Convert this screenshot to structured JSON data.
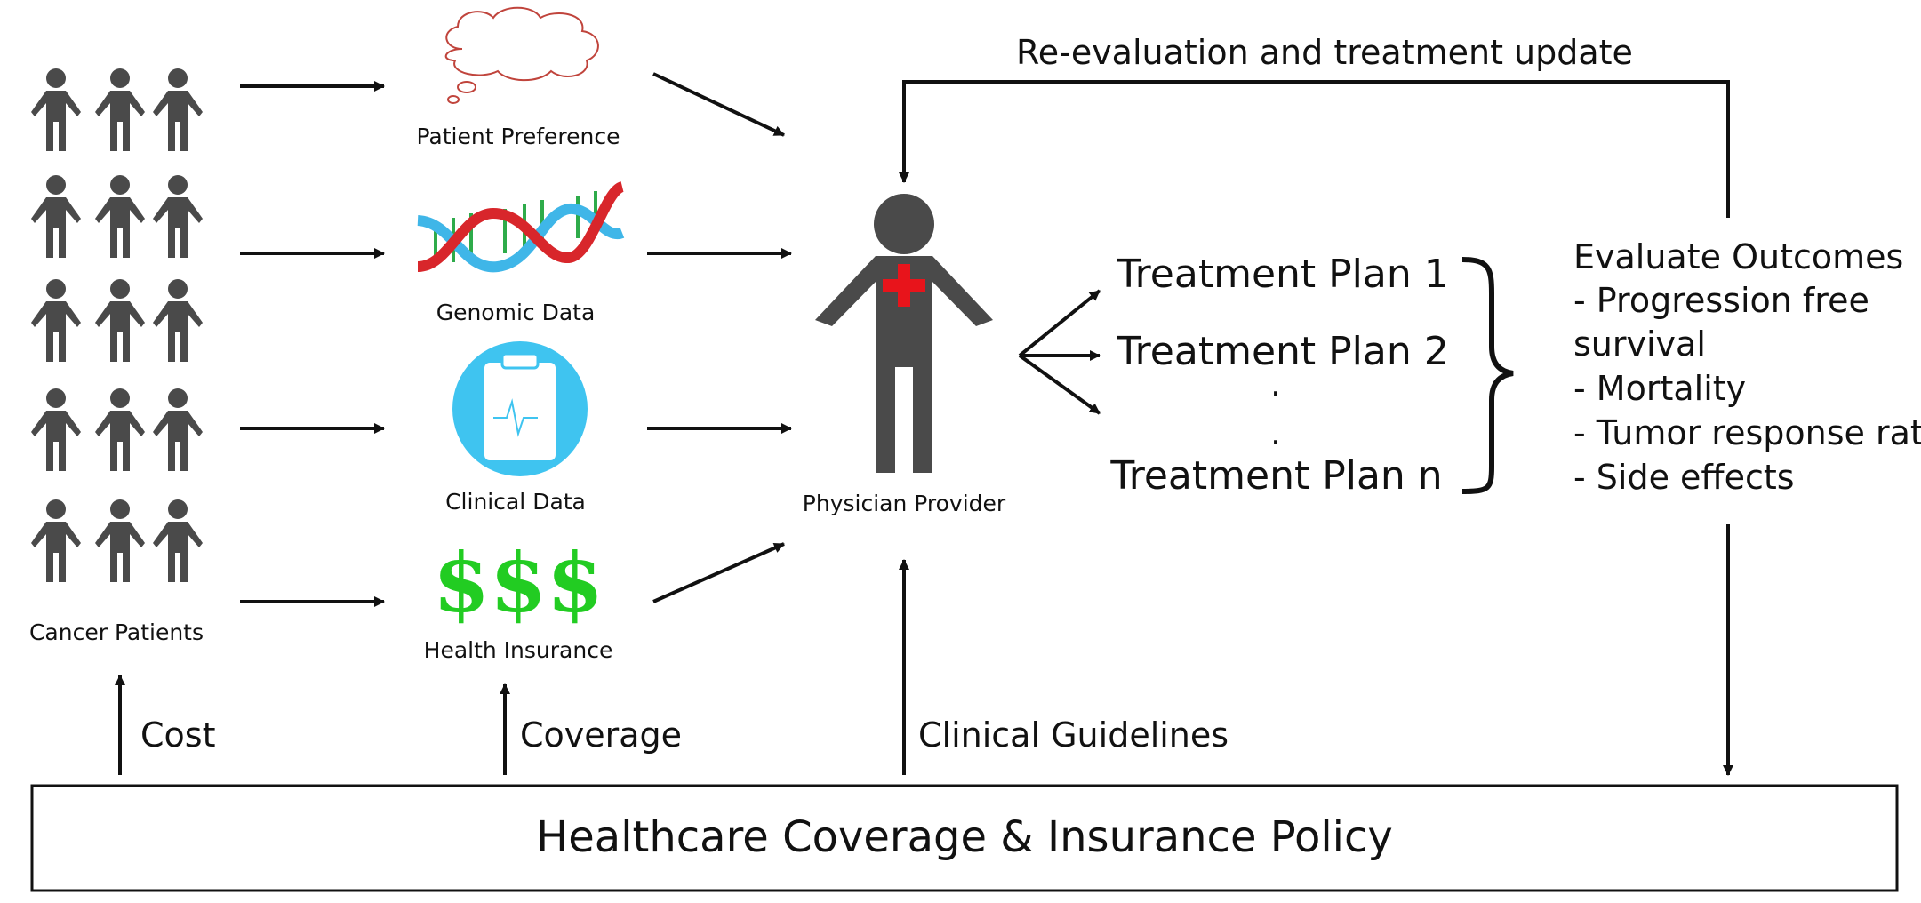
{
  "inputs": {
    "cancer_patients": "Cancer Patients",
    "patient_preference": "Patient Preference",
    "genomic_data": "Genomic Data",
    "clinical_data": "Clinical Data",
    "health_insurance": "Health Insurance",
    "dollar_signs": "$$$"
  },
  "physician": {
    "label": "Physician Provider"
  },
  "treatment_plans": [
    "Treatment Plan 1",
    "Treatment Plan 2",
    "Treatment Plan n"
  ],
  "ellipsis_dots": [
    ".",
    "."
  ],
  "outcomes": {
    "title": "Evaluate Outcomes",
    "lines": [
      "- Progression free",
      "survival",
      "- Mortality",
      "- Tumor response rate",
      "- Side effects"
    ]
  },
  "feedback": {
    "reevaluation": "Re-evaluation and treatment update"
  },
  "policy": {
    "box_label": "Healthcare Coverage & Insurance Policy",
    "cost": "Cost",
    "coverage": "Coverage",
    "guidelines": "Clinical Guidelines"
  },
  "colors": {
    "figure": "#4a4a4a",
    "cross": "#e8141b",
    "dollar": "#22cc22",
    "clipboard_circle": "#3fc4f0",
    "dna_red": "#d8262b",
    "dna_blue": "#3fb6e8",
    "dna_green": "#2eab4a"
  }
}
